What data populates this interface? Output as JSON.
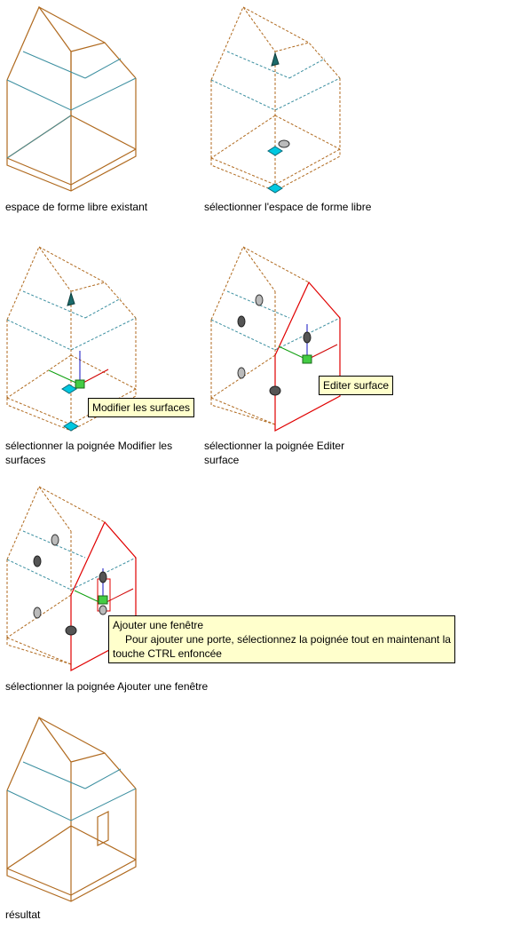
{
  "colors": {
    "frame": "#b06a1f",
    "floor_lines": "#3c8fa0",
    "selected_edge": "#e00000",
    "grip_cyan": "#00c8e0",
    "grip_dark": "#3a3a3a",
    "grip_teal": "#1c6b6b",
    "grip_green": "#44cc44",
    "axis_blue": "#1010c0",
    "axis_red": "#d00000",
    "axis_green": "#10a010",
    "tooltip_bg": "#ffffcc"
  },
  "steps": [
    {
      "caption": "espace de forme libre existant"
    },
    {
      "caption": "sélectionner l'espace de forme libre"
    },
    {
      "caption": "sélectionner la poignée Modifier les surfaces",
      "tooltip": "Modifier les surfaces"
    },
    {
      "caption": "sélectionner la poignée Editer surface",
      "tooltip": "Editer surface"
    },
    {
      "caption": "sélectionner la poignée Ajouter une fenêtre",
      "tooltip_title": "Ajouter une fenêtre",
      "tooltip_line2": "Pour ajouter une porte, sélectionnez la poignée tout en maintenant la",
      "tooltip_line3": "touche CTRL enfoncée"
    },
    {
      "caption": "résultat"
    }
  ],
  "icons": [
    "cyan-diamond-grip-icon",
    "teal-triangle-grip-icon",
    "gray-ellipse-grip-icon",
    "green-square-grip-icon",
    "ucs-axis-icon"
  ]
}
